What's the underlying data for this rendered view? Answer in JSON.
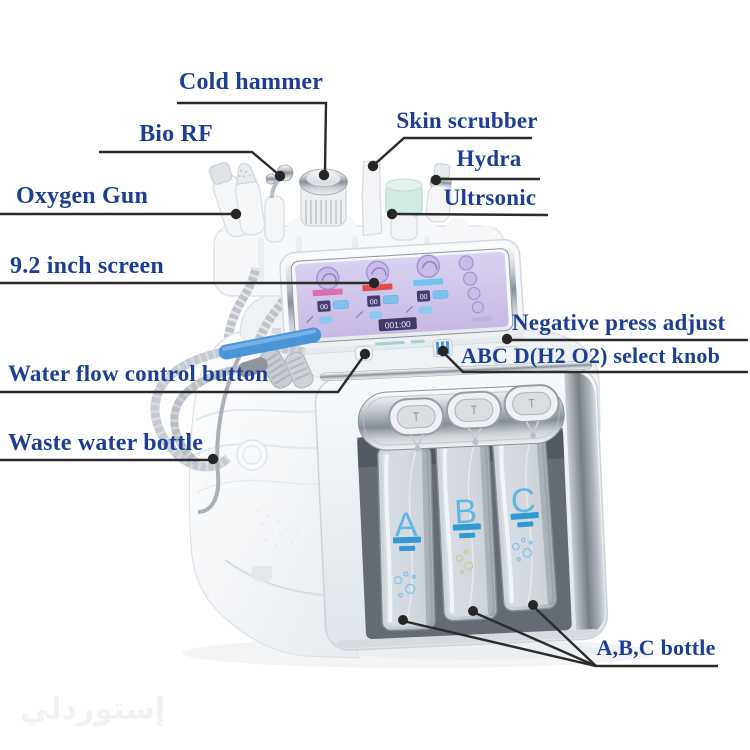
{
  "callouts": [
    {
      "id": "cold-hammer",
      "label": "Cold hammer"
    },
    {
      "id": "bio-rf",
      "label": "Bio RF"
    },
    {
      "id": "oxygen-gun",
      "label": "Oxygen Gun"
    },
    {
      "id": "skin-scrubber",
      "label": "Skin scrubber"
    },
    {
      "id": "hydra",
      "label": "Hydra"
    },
    {
      "id": "ultrsonic",
      "label": "Ultrsonic"
    },
    {
      "id": "screen",
      "label": "9.2 inch screen"
    },
    {
      "id": "negative-press-adjust",
      "label": "Negative press adjust"
    },
    {
      "id": "abc-select-knob",
      "label": "ABC D(H2 O2) select knob"
    },
    {
      "id": "water-flow-button",
      "label": "Water flow control button"
    },
    {
      "id": "waste-water-bottle",
      "label": "Waste water bottle"
    },
    {
      "id": "abc-bottle",
      "label": "A,B,C bottle"
    }
  ],
  "machine": {
    "screen": {
      "timer": "001:00",
      "tiles": [
        "00",
        "00",
        "00"
      ]
    },
    "bottles": {
      "letters": [
        "A",
        "B",
        "C"
      ]
    }
  },
  "watermark": {
    "text": "إستوردلي"
  },
  "colors": {
    "label_text": "#1c3f94",
    "leader_line": "#2b2b2b",
    "bottle_letter": "#55b3e6",
    "handle_blue": "#4a94d9",
    "screen_lavender": "#cfc3ea"
  }
}
